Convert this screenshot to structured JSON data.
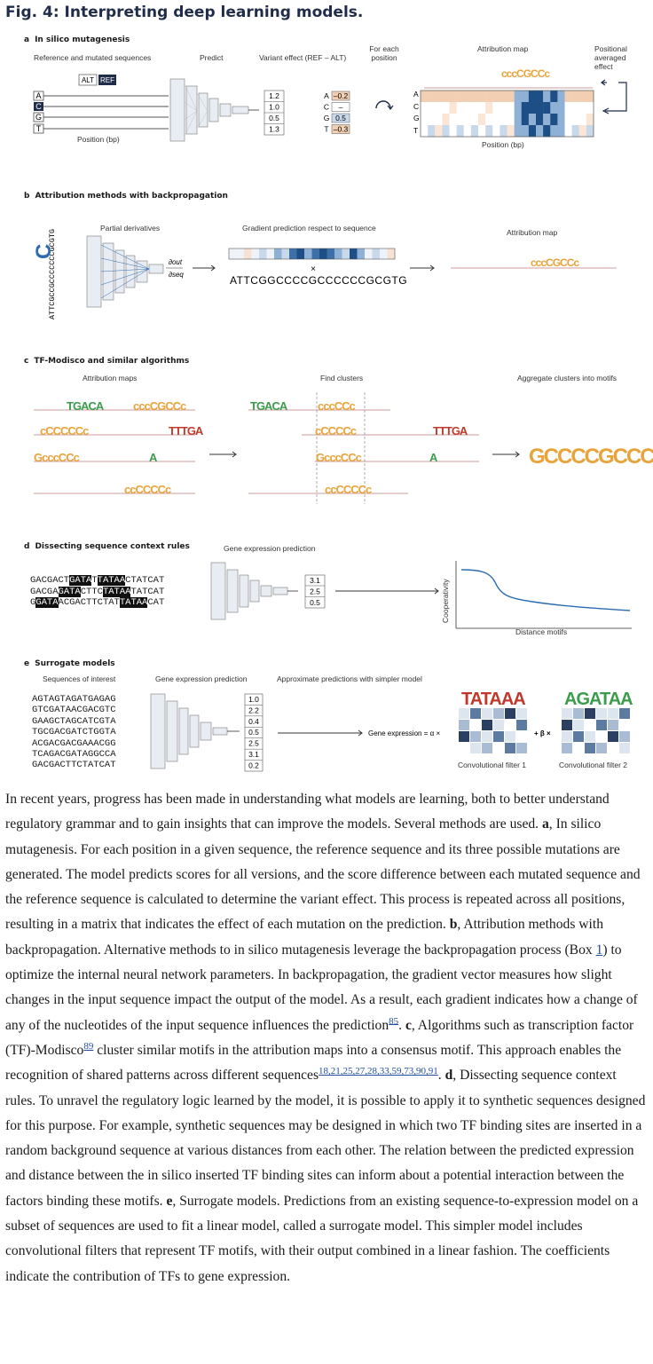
{
  "figure_title": "Fig. 4: Interpreting deep learning models.",
  "panel_a": {
    "letter": "a",
    "title": "In silico mutagenesis",
    "ref_mut_label": "Reference and mutated sequences",
    "alt_label": "ALT",
    "ref_label": "REF",
    "predict_label": "Predict",
    "variant_label": "Variant effect (REF – ALT)",
    "for_each_label": "For each position",
    "attribution_label": "Attribution map",
    "positional_label": "Positional averaged effect",
    "position_label": "Position (bp)",
    "position_label2": "Position (bp)",
    "bases": [
      "A",
      "C",
      "G",
      "T"
    ],
    "scores": [
      "1.2",
      "1.0",
      "0.5",
      "1.3"
    ],
    "effects": [
      {
        "base": "A",
        "value": "–0.2"
      },
      {
        "base": "C",
        "value": "–"
      },
      {
        "base": "G",
        "value": "0.5"
      },
      {
        "base": "T",
        "value": "–0.3"
      }
    ],
    "colors": {
      "negative": "#f2cfb3",
      "positive": "#c9d9ec",
      "strong": "#1d4f86"
    }
  },
  "panel_b": {
    "letter": "b",
    "title": "Attribution methods with backpropagation",
    "partial_label": "Partial derivatives",
    "gradient_label": "Gradient prediction respect to sequence",
    "attribution_label": "Attribution map",
    "sequence": "ATTCGGCCCCGCCCCCCGCGTG",
    "multiply": "×",
    "vertical_seq": "ATTCGCCGCCCCCCCGCGTG",
    "d_out": "∂out",
    "d_seq": "∂seq"
  },
  "panel_c": {
    "letter": "c",
    "title": "TF-Modisco and similar algorithms",
    "attr_maps_label": "Attribution maps",
    "find_clusters_label": "Find clusters",
    "aggregate_label": "Aggregate clusters into motifs"
  },
  "panel_d": {
    "letter": "d",
    "title": "Dissecting sequence context rules",
    "gene_expr_label": "Gene expression prediction",
    "sequences": [
      [
        {
          "t": "GACGACT",
          "h": false
        },
        {
          "t": "GATA",
          "h": true
        },
        {
          "t": "T",
          "h": false
        },
        {
          "t": "TATAA",
          "h": true
        },
        {
          "t": "CTATCAT",
          "h": false
        }
      ],
      [
        {
          "t": "GACGA",
          "h": false
        },
        {
          "t": "GATA",
          "h": true
        },
        {
          "t": "CTTC",
          "h": false
        },
        {
          "t": "TATAA",
          "h": true
        },
        {
          "t": "TATCAT",
          "h": false
        }
      ],
      [
        {
          "t": "G",
          "h": false
        },
        {
          "t": "GATA",
          "h": true
        },
        {
          "t": "ACGACTTCTAT",
          "h": false
        },
        {
          "t": "TATAA",
          "h": true
        },
        {
          "t": "CAT",
          "h": false
        }
      ]
    ],
    "scores": [
      "3.1",
      "2.5",
      "0.5"
    ],
    "y_label": "Cooperativity",
    "x_label": "Distance motifs"
  },
  "panel_e": {
    "letter": "e",
    "title": "Surrogate models",
    "seq_interest_label": "Sequences of interest",
    "gene_expr_label": "Gene expression prediction",
    "approx_label": "Approximate predictions with simpler model",
    "sequences": [
      "AGTAGTAGATGAGAG",
      "GTCGATAACGACGTC",
      "GAAGCTAGCATCGTA",
      "TGCGACGATCTGGTA",
      "ACGACGACGAAACGG",
      "TCAGACGATAGGCCA",
      "GACGACTTCTATCAT"
    ],
    "scores": [
      "1.0",
      "2.2",
      "0.4",
      "0.5",
      "2.5",
      "3.1",
      "0.2"
    ],
    "equation_left": "Gene expression = α ×",
    "equation_mid": "+ β ×",
    "filter1_label": "Convolutional filter 1",
    "filter2_label": "Convolutional filter 2",
    "motif1": "TATAAA",
    "motif2": "AGATAA"
  },
  "caption": {
    "intro": "In recent years, progress has been made in understanding what models are learning, both to better understand regulatory grammar and to gain insights that can improve the models. Several methods are used. ",
    "a_letter": "a",
    "a_text": ", In silico mutagenesis. For each position in a given sequence, the reference sequence and its three possible mutations are generated. The model predicts scores for all versions, and the score difference between each mutated sequence and the reference sequence is calculated to determine the variant effect. This process is repeated across all positions, resulting in a matrix that indicates the effect of each mutation on the prediction. ",
    "b_letter": "b",
    "b_text1": ", Attribution methods with backpropagation. Alternative methods to in silico mutagenesis leverage the backpropagation process (Box ",
    "box_ref": "1",
    "b_text2": ") to optimize the internal neural network parameters. In backpropagation, the gradient vector measures how slight changes in the input sequence impact the output of the model. As a result, each gradient indicates how a change of any of the nucleotides of the input sequence influences the prediction",
    "ref85": "85",
    "b_end": ". ",
    "c_letter": "c",
    "c_text1": ", Algorithms such as transcription factor (TF)-Modisco",
    "ref89": "89",
    "c_text2": " cluster similar motifs in the attribution maps into a consensus motif. This approach enables the recognition of shared patterns across different sequences",
    "refs_c": "18,21,25,27,28,33,59,73,90,91",
    "c_end": ". ",
    "d_letter": "d",
    "d_text": ", Dissecting sequence context rules. To unravel the regulatory logic learned by the model, it is possible to apply it to synthetic sequences designed for this purpose. For example, synthetic sequences may be designed in which two TF binding sites are inserted in a random background sequence at various distances from each other. The relation between the predicted expression and distance between the in silico inserted TF binding sites can inform about a potential interaction between the factors binding these motifs. ",
    "e_letter": "e",
    "e_text": ", Surrogate models. Predictions from an existing sequence-to-expression model on a subset of sequences are used to fit a linear model, called a surrogate model. This simpler model includes convolutional filters that represent TF motifs, with their output combined in a linear fashion. The coefficients indicate the contribution of TFs to gene expression."
  }
}
